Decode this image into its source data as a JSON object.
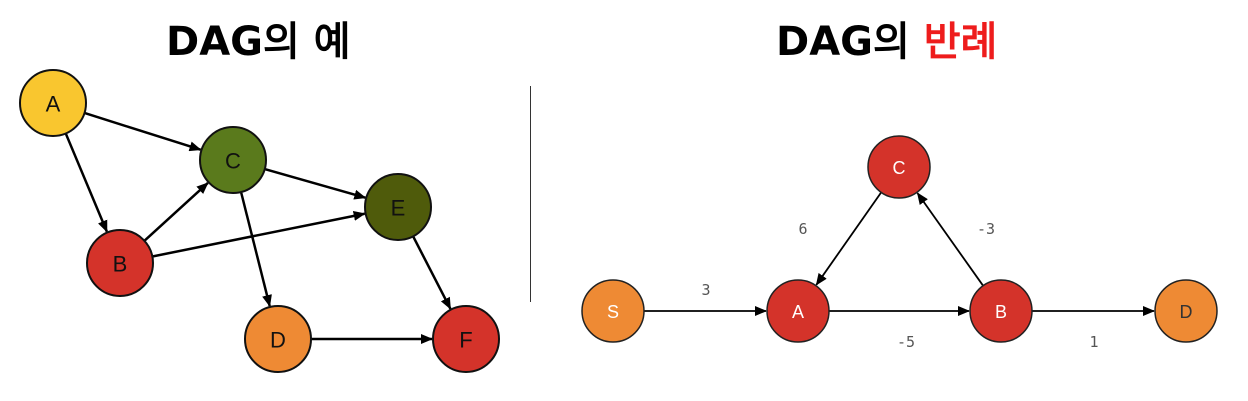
{
  "left_panel": {
    "title": "DAG의 예",
    "graph": {
      "nodes": [
        {
          "id": "A",
          "label": "A",
          "fill": "#f9c62f"
        },
        {
          "id": "B",
          "label": "B",
          "fill": "#d4332a"
        },
        {
          "id": "C",
          "label": "C",
          "fill": "#5a7a1c"
        },
        {
          "id": "D",
          "label": "D",
          "fill": "#ee8a34"
        },
        {
          "id": "E",
          "label": "E",
          "fill": "#4f5b0b"
        },
        {
          "id": "F",
          "label": "F",
          "fill": "#d4332a"
        }
      ],
      "edges": [
        {
          "from": "A",
          "to": "C"
        },
        {
          "from": "A",
          "to": "B"
        },
        {
          "from": "B",
          "to": "C"
        },
        {
          "from": "B",
          "to": "E"
        },
        {
          "from": "C",
          "to": "E"
        },
        {
          "from": "C",
          "to": "D"
        },
        {
          "from": "E",
          "to": "F"
        },
        {
          "from": "D",
          "to": "F"
        }
      ]
    }
  },
  "right_panel": {
    "title_prefix": "DAG의 ",
    "title_highlight": "반례",
    "highlight_color": "#ee1c1c",
    "graph": {
      "nodes": [
        {
          "id": "S",
          "label": "S",
          "fill": "#ee8a34"
        },
        {
          "id": "A",
          "label": "A",
          "fill": "#d4332a"
        },
        {
          "id": "B",
          "label": "B",
          "fill": "#d4332a"
        },
        {
          "id": "C",
          "label": "C",
          "fill": "#d4332a"
        },
        {
          "id": "D",
          "label": "D",
          "fill": "#ee8a34"
        }
      ],
      "edges": [
        {
          "from": "S",
          "to": "A",
          "weight": "3"
        },
        {
          "from": "A",
          "to": "B",
          "weight": "-5"
        },
        {
          "from": "B",
          "to": "C",
          "weight": "-3"
        },
        {
          "from": "C",
          "to": "A",
          "weight": "6"
        },
        {
          "from": "B",
          "to": "D",
          "weight": "1"
        }
      ]
    }
  }
}
